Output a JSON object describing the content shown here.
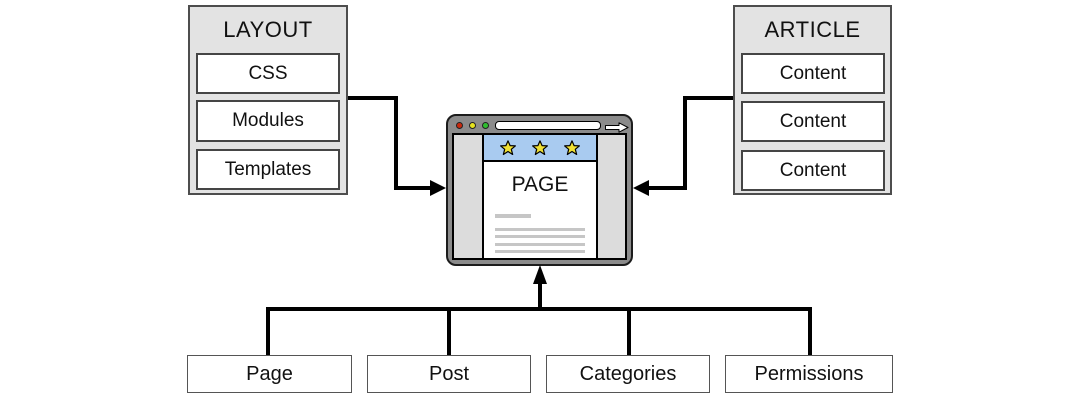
{
  "layout_panel": {
    "title": "LAYOUT",
    "items": [
      {
        "label": "CSS"
      },
      {
        "label": "Modules"
      },
      {
        "label": "Templates"
      }
    ]
  },
  "article_panel": {
    "title": "ARTICLE",
    "items": [
      {
        "label": "Content"
      },
      {
        "label": "Content"
      },
      {
        "label": "Content"
      }
    ]
  },
  "browser": {
    "page_label": "PAGE",
    "icons": [
      "close-dot-red",
      "minimize-dot-yellow",
      "zoom-dot-green",
      "forward-arrow",
      "star",
      "star",
      "star"
    ]
  },
  "bottom_nodes": [
    {
      "label": "Page"
    },
    {
      "label": "Post"
    },
    {
      "label": "Categories"
    },
    {
      "label": "Permissions"
    }
  ],
  "colors": {
    "panel_bg": "#e3e3e3",
    "panel_border": "#4d4d4d",
    "chrome_gray": "#8b8b8b",
    "sidebar_gray": "#dcdcdc",
    "band_blue": "#a9cbf0",
    "star_yellow": "#f0e034",
    "dot_red": "#c9290e",
    "dot_yellow": "#e6e320",
    "dot_green": "#2fbe2f",
    "placeholder_gray": "#c6c6c6",
    "line_black": "#000000"
  }
}
